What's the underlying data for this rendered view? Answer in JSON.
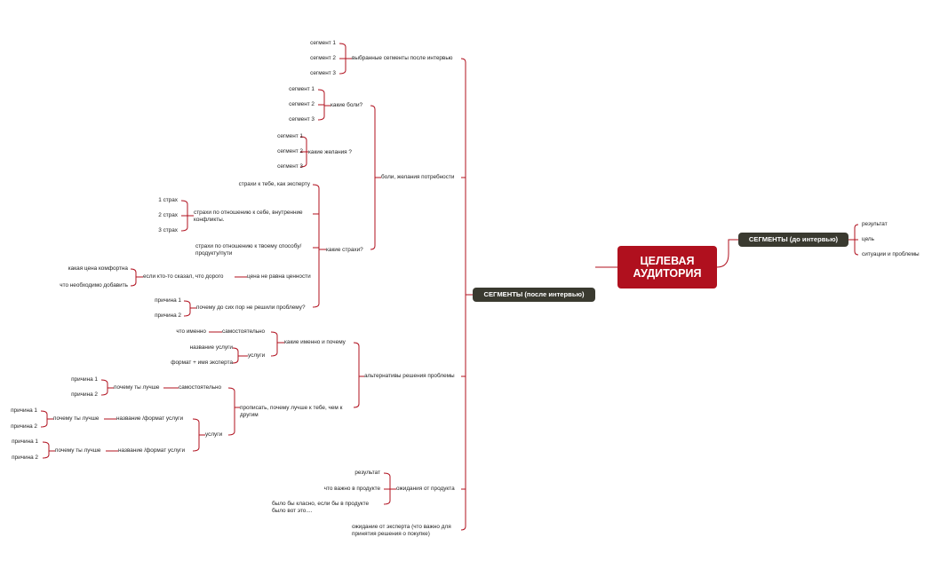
{
  "root": {
    "line1": "ЦЕЛЕВАЯ",
    "line2": "АУДИТОРИЯ"
  },
  "right_hub": {
    "label": "СЕГМЕНТЫ (до интервью)",
    "children": [
      "результат",
      "цель",
      "ситуации и проблемы"
    ]
  },
  "left_hub": {
    "label": "СЕГМЕНТЫ (после интервью)",
    "branches": {
      "selected": {
        "label": "выбранные сегменты после интервью",
        "items": [
          "сегмент 1",
          "сегмент 2",
          "сегмент 3"
        ]
      },
      "needs": {
        "label": "боли, желания потребности",
        "pains": {
          "label": "какие боли?",
          "items": [
            "сегмент 1",
            "сегмент 2",
            "сегмент 3"
          ]
        },
        "desires": {
          "label": "какие желания ?",
          "items": [
            "сегмент 1",
            "сегмент 2",
            "сегмент 3"
          ]
        },
        "fears": {
          "label": "какие страхи?",
          "expert": "страхи к тебе, как эксперту",
          "self": {
            "label": "страхи по отношению к себе, внутренние конфликты.",
            "items": [
              "1 страх",
              "2 страх",
              "3 страх"
            ]
          },
          "method": "страхи по отношению к твоему способу/ продукту/пути",
          "price": {
            "label": "цена не равна ценности",
            "expensive": {
              "label": "если кто-то сказал, что дорого",
              "items": [
                "какая цена комфортна",
                "что необходимо добавить"
              ]
            }
          },
          "why_not": {
            "label": "почему до сих пор не решили проблему?",
            "items": [
              "причина 1",
              "причина 2"
            ]
          }
        }
      },
      "alternatives": {
        "label": "альтернативы решения проблемы",
        "which": {
          "label": "какие именно и почему",
          "self": {
            "label": "самостоятельно",
            "what": "что именно"
          },
          "services": {
            "label": "услуги",
            "items": [
              "название услуги",
              "формат + имя эксперта"
            ]
          }
        },
        "better": {
          "label": "прописать, почему лучше к тебе, чем к другим",
          "self": {
            "label": "самостоятельно",
            "why": {
              "label": "почему ты лучше",
              "items": [
                "причина 1",
                "причина 2"
              ]
            }
          },
          "services": {
            "label": "услуги",
            "a": {
              "label": "название /формат услуги",
              "why": {
                "label": "почему ты лучше",
                "items": [
                  "причина 1",
                  "причина 2"
                ]
              }
            },
            "b": {
              "label": "название /формат услуги",
              "why": {
                "label": "почему ты лучше",
                "items": [
                  "причина 1",
                  "причина 2"
                ]
              }
            }
          }
        }
      },
      "expectations": {
        "label": "ожидания от продукта",
        "items": [
          "результат",
          "что важно в продукте",
          "было бы класно, если бы в продукте было вот это...."
        ]
      },
      "expert_expectation": "ожидание от эксперта (что важно для принятия решения о покупке)"
    }
  },
  "colors": {
    "line": "#b0101e",
    "root_bg": "#b0101e",
    "hub_bg": "#3a3a30",
    "text": "#222222"
  }
}
